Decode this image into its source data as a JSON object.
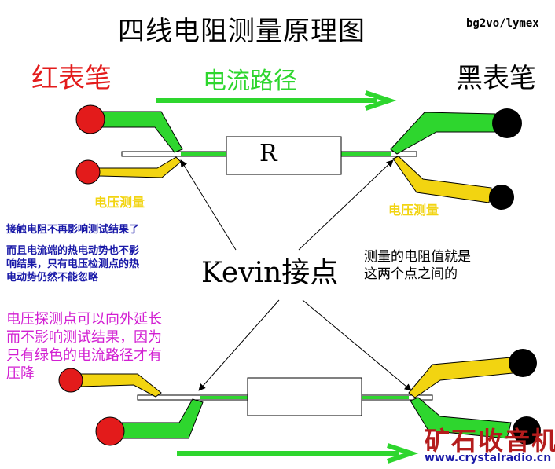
{
  "title": "四线电阻测量原理图",
  "signature": "bg2vo/lymex",
  "labels": {
    "red_probe": "红表笔",
    "current_path": "电流路径",
    "black_probe": "黑表笔",
    "resistor": "R",
    "voltage_left": "电压测量",
    "voltage_right": "电压测量",
    "kevin": "Kevin接点"
  },
  "notes": {
    "contact": "接触电阻不再影响测试结果了",
    "thermo": [
      "而且电流端的热电动势也不影",
      "响结果，只有电压检测点的热",
      "电动势仍然不能忽略"
    ],
    "measured": [
      "测量的电阻值就是",
      "这两个点之间的"
    ],
    "probe": [
      "电压探测点可以向外延长",
      "而不影响测试结果，因为",
      "只有绿色的电流路径才有",
      "压降"
    ]
  },
  "watermark": {
    "logo": "矿石收音机",
    "url": "www.crystalradio.cn"
  },
  "colors": {
    "current_wire": "#2ed62e",
    "voltage_wire": "#f2d411",
    "red_probe": "#e31b1b",
    "black_probe": "#000000"
  }
}
